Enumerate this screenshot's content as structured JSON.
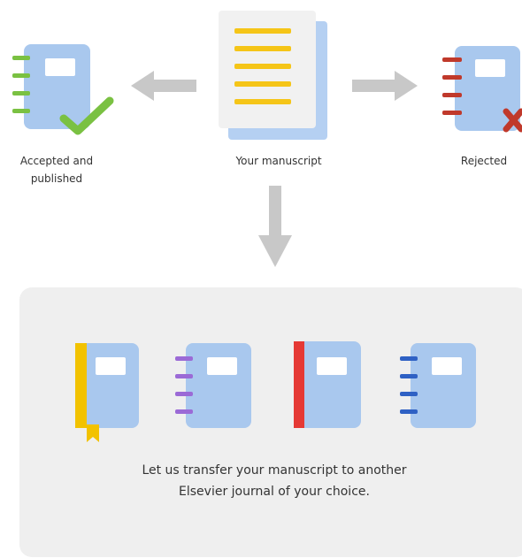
{
  "labels": {
    "accepted_line1": "Accepted and",
    "accepted_line2": "published",
    "manuscript": "Your manuscript",
    "rejected": "Rejected"
  },
  "panel": {
    "text_line1": "Let us transfer your manuscript to another",
    "text_line2": "Elsevier journal of your choice."
  },
  "icons": {
    "manuscript": "manuscript-document-icon",
    "accepted": "accepted-journal-icon",
    "rejected": "rejected-journal-icon",
    "check": "check-icon",
    "cross": "cross-icon",
    "arrow": "arrow-icon"
  },
  "colors": {
    "journal_body": "#a9c8ee",
    "journal_label": "#ffffff",
    "document_page": "#f1f1f1",
    "document_back": "#b5d0f2",
    "document_lines": "#f5c518",
    "accepted_accent": "#7ac142",
    "rejected_accent": "#c0392b",
    "arrow": "#c8c8c8",
    "panel_bg": "#efefef",
    "transfer_accent_1": "#f2c200",
    "transfer_accent_2": "#9b6ad6",
    "transfer_accent_3": "#e53935",
    "transfer_accent_4": "#2f61c4"
  }
}
